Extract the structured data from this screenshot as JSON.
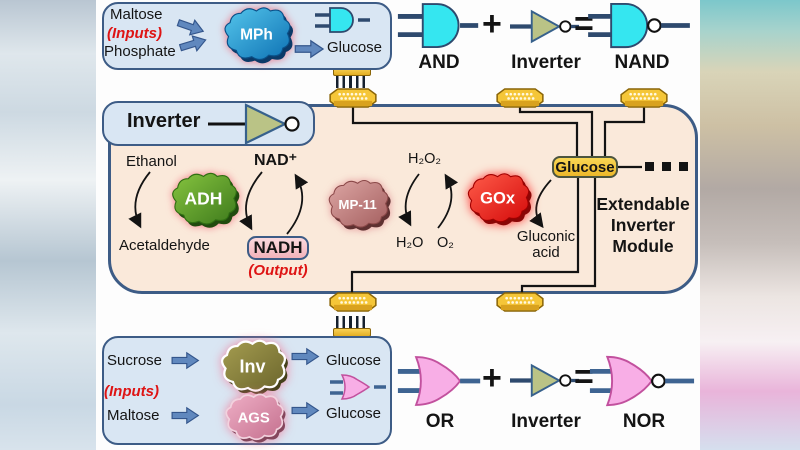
{
  "colors": {
    "gate_cyan": "#35e6f0",
    "gate_pink": "#f8aee6",
    "inverter_olive": "#bac386",
    "connector_gold": "#f5c638",
    "module_peach": "#fae9da",
    "box_blue": "#d9e6f3",
    "border_navy": "#3d5c86",
    "label_red": "#de1414"
  },
  "top_box": {
    "input1": "Maltose",
    "inputs_label": "(Inputs)",
    "input2": "Phosphate",
    "enzyme": "MPh",
    "product": "Glucose"
  },
  "top_equation": {
    "gate1": "AND",
    "plus": "+",
    "gate2": "Inverter",
    "equals": "=",
    "result": "NAND"
  },
  "module": {
    "header": "Inverter",
    "title_line1": "Extendable",
    "title_line2": "Inverter",
    "title_line3": "Module",
    "adh": {
      "substrate": "Ethanol",
      "product": "Acetaldehyde",
      "enzyme": "ADH",
      "cofactor_oxidized": "NAD⁺",
      "cofactor_reduced": "NADH",
      "output_label": "(Output)"
    },
    "mp11": {
      "enzyme": "MP-11",
      "peroxide": "H₂O₂",
      "water": "H₂O",
      "oxygen": "O₂"
    },
    "gox": {
      "enzyme": "GOx",
      "substrate": "Glucose",
      "product_line1": "Gluconic",
      "product_line2": "acid"
    }
  },
  "bottom_box": {
    "input1": "Sucrose",
    "inputs_label": "(Inputs)",
    "input2": "Maltose",
    "enzyme1": "Inv",
    "enzyme2": "AGS",
    "product1": "Glucose",
    "product2": "Glucose"
  },
  "bottom_equation": {
    "gate1": "OR",
    "plus": "+",
    "gate2": "Inverter",
    "equals": "=",
    "result": "NOR"
  }
}
